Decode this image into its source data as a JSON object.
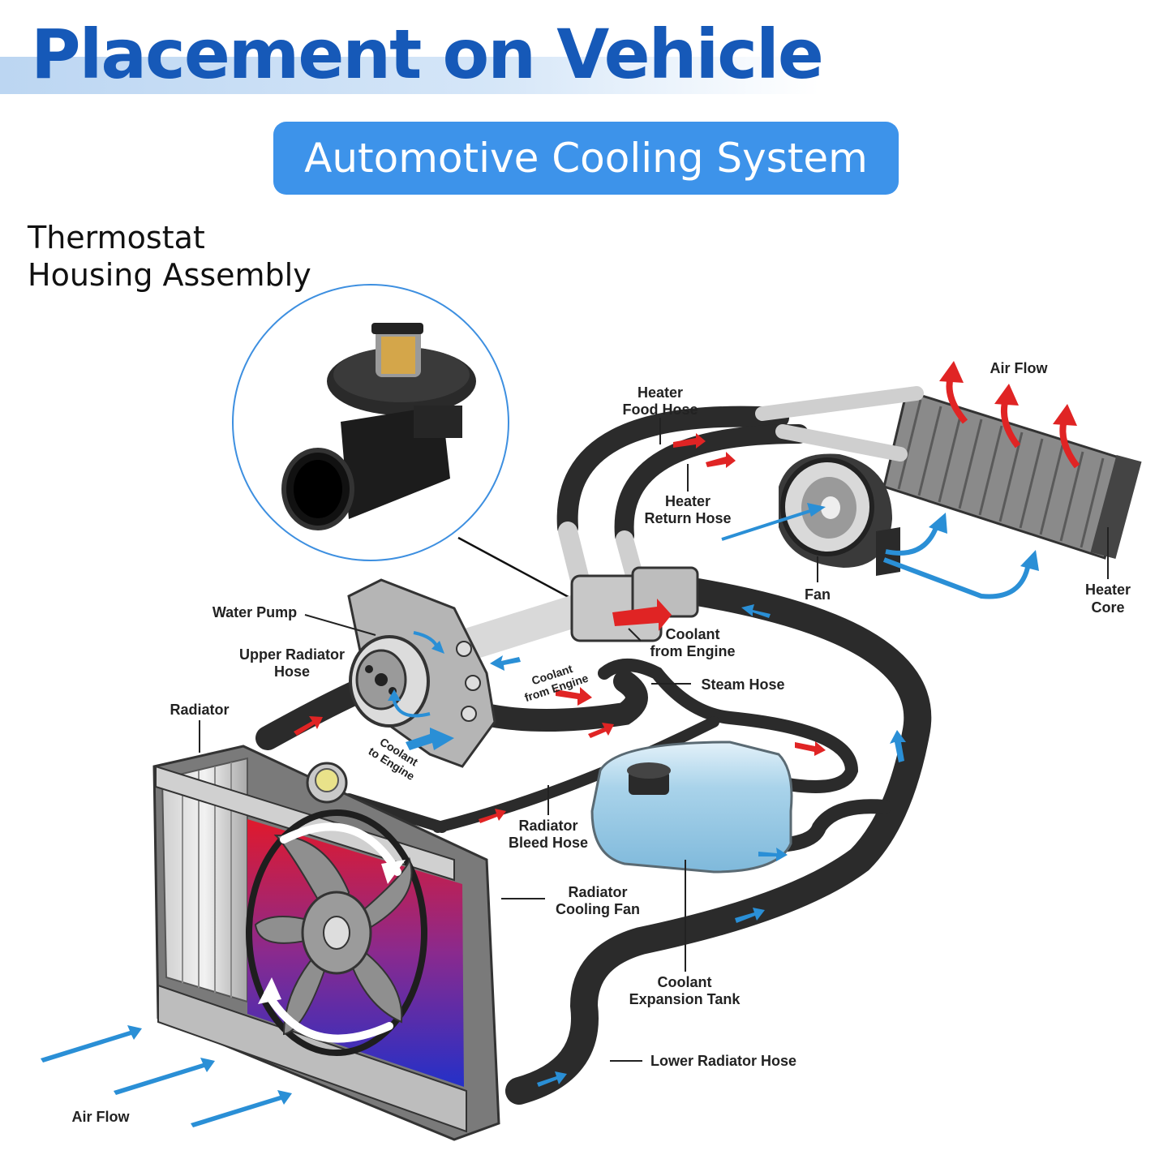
{
  "header": {
    "title": "Placement on Vehicle",
    "subtitle": "Automotive Cooling System",
    "part_line1": "Thermostat",
    "part_line2": "Housing Assembly"
  },
  "labels": {
    "air_flow_top": "Air Flow",
    "heater_food_hose_1": "Heater",
    "heater_food_hose_2": "Food Hose",
    "heater_return_hose_1": "Heater",
    "heater_return_hose_2": "Return Hose",
    "fan": "Fan",
    "heater_core_1": "Heater",
    "heater_core_2": "Core",
    "water_pump": "Water Pump",
    "coolant_from_engine_1": "Coolant",
    "coolant_from_engine_2": "from Engine",
    "upper_radiator_hose_1": "Upper Radiator",
    "upper_radiator_hose_2": "Hose",
    "coolant_from_engine_small_1": "Coolant",
    "coolant_from_engine_small_2": "from Engine",
    "steam_hose": "Steam Hose",
    "radiator": "Radiator",
    "coolant_to_engine_1": "Coolant",
    "coolant_to_engine_2": "to Engine",
    "radiator_bleed_hose_1": "Radiator",
    "radiator_bleed_hose_2": "Bleed Hose",
    "radiator_cooling_fan_1": "Radiator",
    "radiator_cooling_fan_2": "Cooling Fan",
    "coolant_expansion_tank_1": "Coolant",
    "coolant_expansion_tank_2": "Expansion Tank",
    "lower_radiator_hose": "Lower Radiator Hose",
    "air_flow_bottom": "Air Flow"
  },
  "colors": {
    "title_blue": "#1659b8",
    "pill_blue": "#3d93ea",
    "circle_outline": "#3d8fe0",
    "hot_arrow": "#e02424",
    "cold_arrow": "#2a8fd6",
    "hose": "#2b2b2b",
    "tank": "#a9d3ea"
  }
}
